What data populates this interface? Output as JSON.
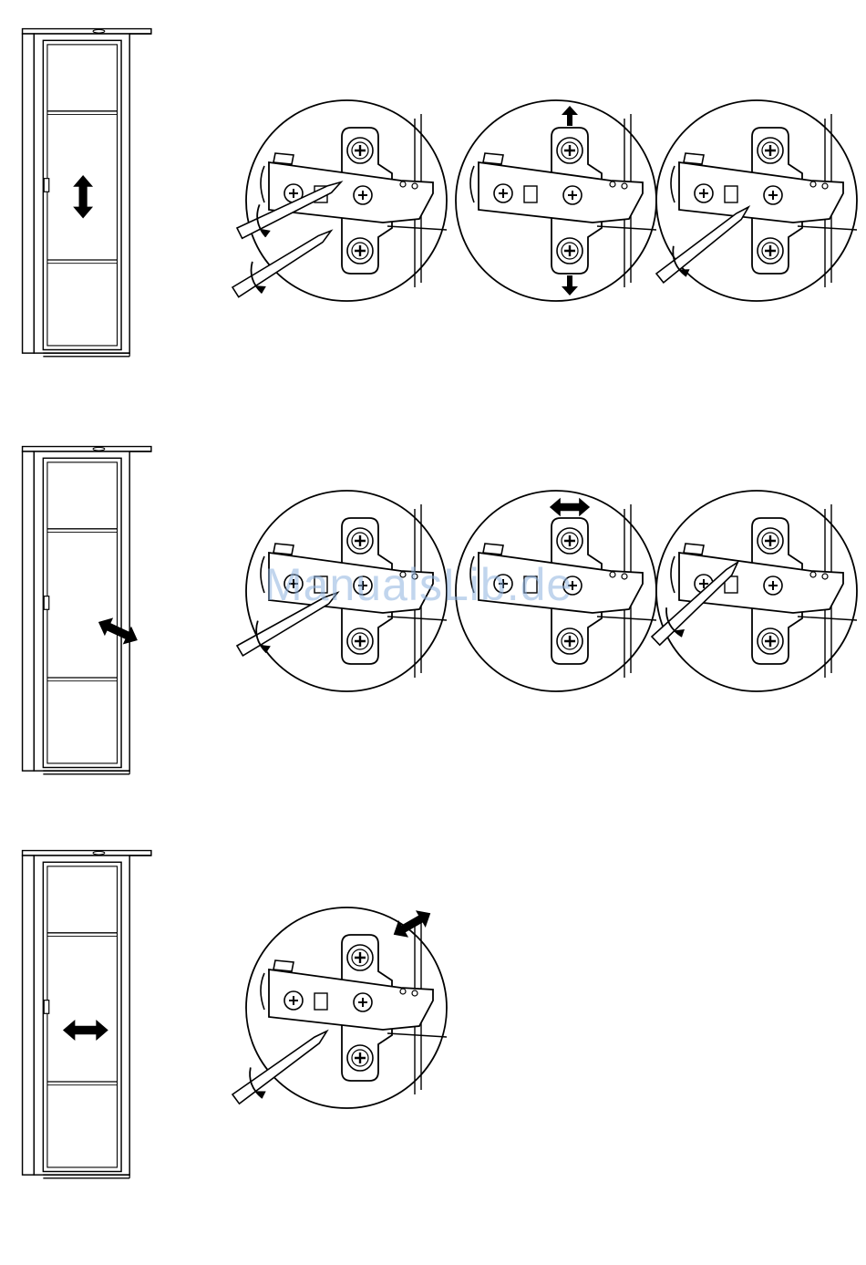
{
  "watermark": {
    "text": "ManualsLib.de",
    "color": "#8fb3e0"
  },
  "sections": [
    {
      "name": "height-adjustment",
      "adjust_direction": "vertical"
    },
    {
      "name": "side-adjustment",
      "adjust_direction": "diagonal"
    },
    {
      "name": "depth-adjustment",
      "adjust_direction": "horizontal"
    }
  ],
  "colors": {
    "line": "#000000",
    "background": "#ffffff"
  }
}
